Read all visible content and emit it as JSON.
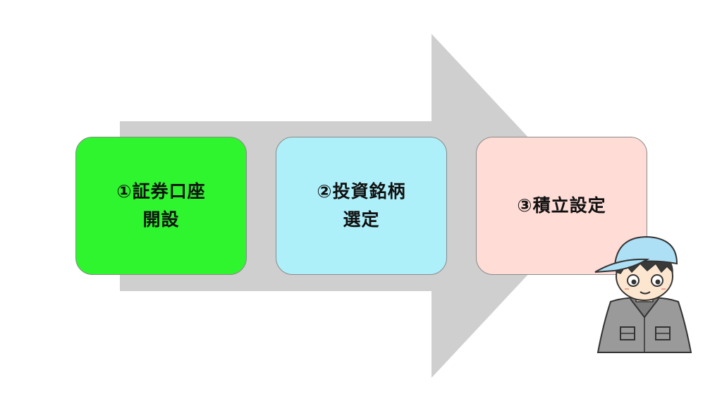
{
  "diagram": {
    "arrow_color": "#cfcfcf",
    "steps": [
      {
        "label": "①証券口座\n開設",
        "color": "#2ef52e"
      },
      {
        "label": "②投資銘柄\n選定",
        "color": "#aef0fa"
      },
      {
        "label": "③積立設定",
        "color": "#ffdcd6"
      }
    ]
  },
  "illustration": {
    "icon": "worker-character-icon",
    "cap_color": "#aee0f5",
    "uniform_color": "#9a9a9a"
  }
}
